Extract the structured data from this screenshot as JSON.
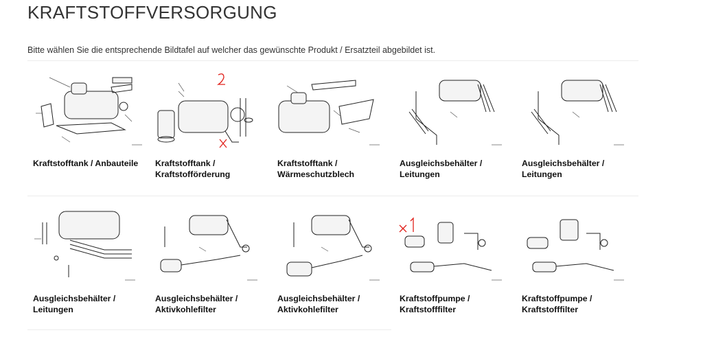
{
  "page": {
    "title": "KRAFTSTOFFVERSORGUNG",
    "intro": "Bitte wählen Sie die entsprechende Bildtafel auf welcher das gewünschte Produkt / Ersatzteil abgebildet ist."
  },
  "cards": [
    {
      "caption": "Kraftstofftank / Anbauteile",
      "illustration": "fuel-tank-attachments"
    },
    {
      "caption": "Kraftstofftank /\nKraftstofförderung",
      "illustration": "fuel-tank-fuel-delivery",
      "annotation": "2 / x handwritten in red"
    },
    {
      "caption": "Kraftstofftank /\nWärmeschutzblech",
      "illustration": "fuel-tank-heat-shield"
    },
    {
      "caption": "Ausgleichsbehälter /\nLeitungen",
      "illustration": "expansion-tank-lines"
    },
    {
      "caption": "Ausgleichsbehälter /\nLeitungen",
      "illustration": "expansion-tank-lines"
    },
    {
      "caption": "Ausgleichsbehälter /\nLeitungen",
      "illustration": "expansion-tank-lines"
    },
    {
      "caption": "Ausgleichsbehälter /\nAktivkohlefilter",
      "illustration": "expansion-tank-carbon-filter"
    },
    {
      "caption": "Ausgleichsbehälter /\nAktivkohlefilter",
      "illustration": "expansion-tank-carbon-filter"
    },
    {
      "caption": "Kraftstoffpumpe /\nKraftstofffilter",
      "illustration": "fuel-pump-filter",
      "annotation": "x1 handwritten in red"
    },
    {
      "caption": "Kraftstoffpumpe /\nKraftstofffilter",
      "illustration": "fuel-pump-filter"
    }
  ],
  "colors": {
    "annotation": "#e0201a",
    "text": "#111111",
    "divider": "#ececec"
  }
}
